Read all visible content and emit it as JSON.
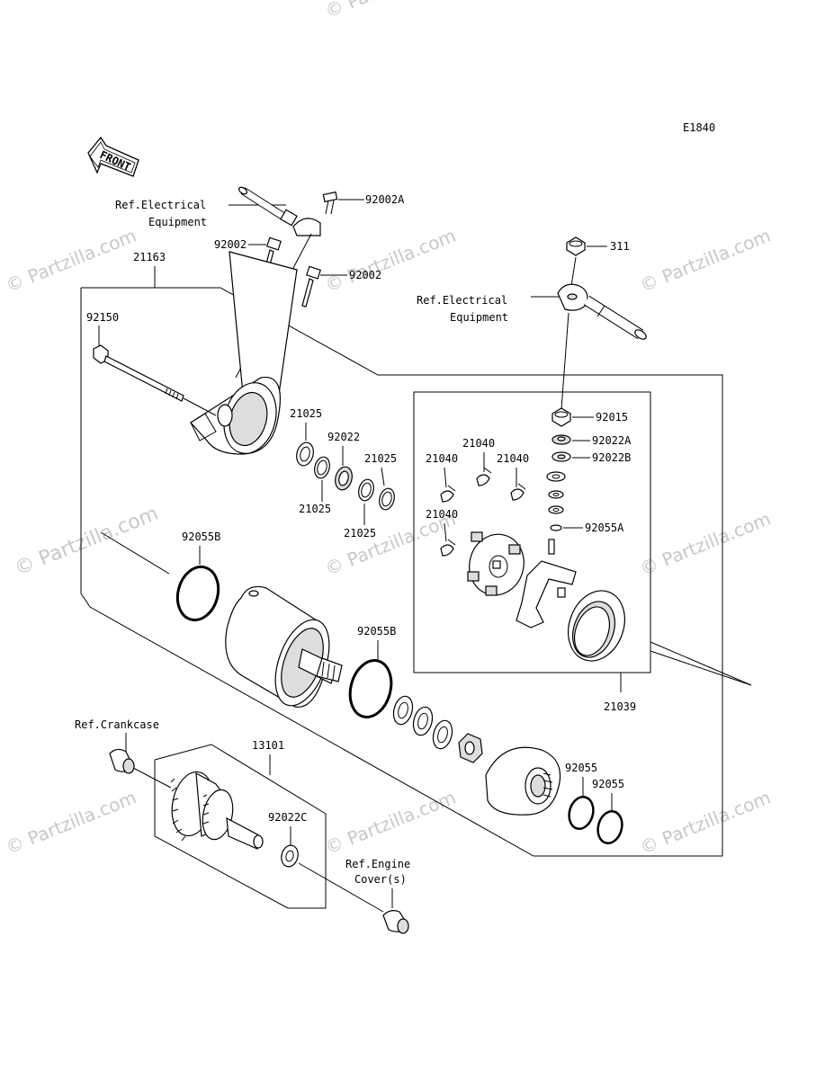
{
  "diagram_code": "E1840",
  "front_label": "FRONT",
  "watermarks": [
    "© Partzilla.com",
    "© Partzilla.com",
    "© Partzilla.com",
    "© Partzilla.com",
    "© Partzilla.com",
    "© Partzilla.com",
    "© Partzilla.com",
    "© Partzilla.com",
    "© Partzilla.com",
    "© Partzilla.com"
  ],
  "ref_labels": {
    "elec1_line1": "Ref.Electrical",
    "elec1_line2": "Equipment",
    "elec2_line1": "Ref.Electrical",
    "elec2_line2": "Equipment",
    "crankcase": "Ref.Crankcase",
    "engine_cover_line1": "Ref.Engine",
    "engine_cover_line2": "Cover(s)"
  },
  "part_numbers": {
    "p92002A": "92002A",
    "p92002_left": "92002",
    "p92002_right": "92002",
    "p21163": "21163",
    "p311": "311",
    "p92150": "92150",
    "p21025_a": "21025",
    "p92022": "92022",
    "p21025_b": "21025",
    "p21025_c": "21025",
    "p21025_d": "21025",
    "p92015": "92015",
    "p92022A": "92022A",
    "p92022B": "92022B",
    "p21040_a": "21040",
    "p21040_b": "21040",
    "p21040_c": "21040",
    "p21040_d": "21040",
    "p92055A": "92055A",
    "p92055B_a": "92055B",
    "p92055B_b": "92055B",
    "p21039": "21039",
    "p13101": "13101",
    "p92022C": "92022C",
    "p92055_a": "92055",
    "p92055_b": "92055"
  }
}
